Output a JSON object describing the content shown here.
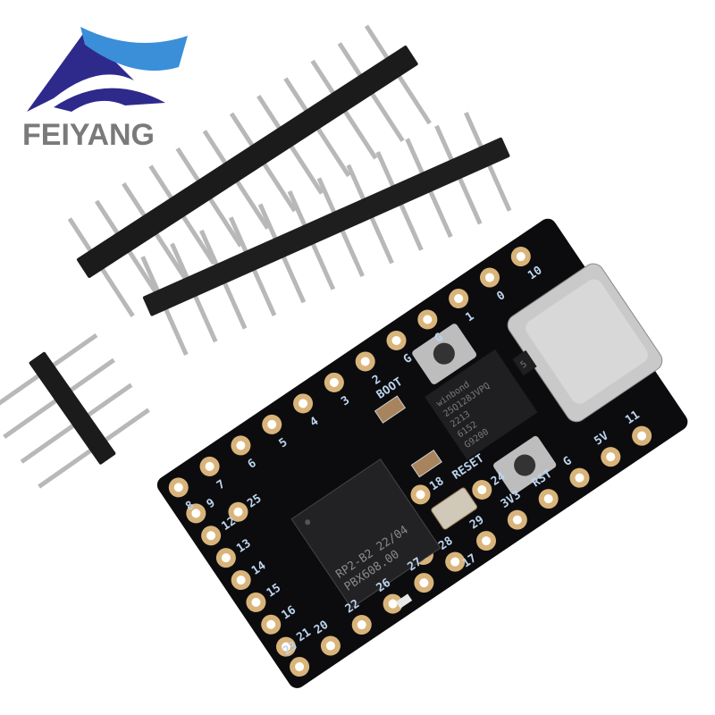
{
  "logo": {
    "text": "FEIYANG",
    "colors": {
      "dark": "#2e2a8c",
      "light": "#3a8fd8",
      "text": "#7a7a7a"
    }
  },
  "board": {
    "color": "#0c0c0e",
    "pad_color": "#d9b47a",
    "silkscreen_color": "#bcd4ee",
    "top_row_labels": [
      "8",
      "7",
      "6",
      "5",
      "4",
      "3",
      "2",
      "G",
      "G",
      "1",
      "0",
      "10"
    ],
    "bottom_row_labels": [
      "23",
      "20",
      "22",
      "26",
      "27",
      "28",
      "29",
      "3V3",
      "RST",
      "G",
      "5V",
      "11"
    ],
    "left_column_labels": [
      "9",
      "12",
      "13",
      "14",
      "15",
      "16",
      "21"
    ],
    "inner_labels": [
      "25",
      "18",
      "24",
      "17"
    ],
    "button_labels": {
      "boot": "BOOT",
      "reset": "RESET"
    },
    "mcu": {
      "line1": "RP2-B2   22/04",
      "line2": "PBX608.00"
    },
    "flash": {
      "brand": "winbond",
      "line1": "25Q128JVPQ",
      "line2": "2213",
      "line3": "6152",
      "line4": "G9200"
    },
    "regulator_mark": "5"
  }
}
